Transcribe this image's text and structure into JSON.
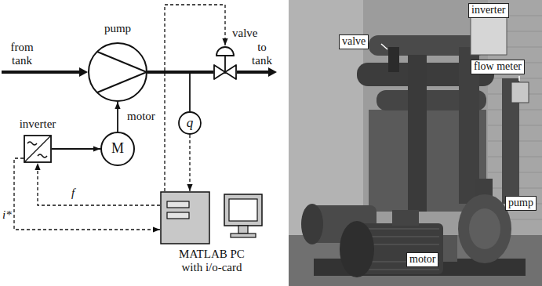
{
  "diagram": {
    "nodes": [
      {
        "text": [
          "pump"
        ]
      },
      {
        "text": [
          "valve"
        ]
      },
      {
        "text": [
          "M",
          "motor"
        ]
      },
      {
        "text": [
          "inverter"
        ]
      },
      {
        "text": [
          "q"
        ]
      },
      {
        "text": [
          "MATLAB PC with i/o-card"
        ]
      }
    ],
    "edges": [
      {
        "from": 0,
        "to": 1,
        "arrow": "none"
      },
      {
        "from": 2,
        "to": 0,
        "arrow": "to"
      },
      {
        "from": 3,
        "to": 2,
        "arrow": "to"
      },
      {
        "from": 5,
        "to": 3,
        "label": "f",
        "arrow": "to"
      },
      {
        "from": 3,
        "to": 5,
        "label": "i*",
        "arrow": "to"
      },
      {
        "from": 4,
        "to": 5,
        "arrow": "to"
      },
      {
        "from": 5,
        "to": 1,
        "arrow": "to"
      }
    ],
    "labels": [
      "from tank",
      "to tank",
      "inverter",
      "valve",
      "flow meter",
      "pump",
      "motor"
    ]
  }
}
